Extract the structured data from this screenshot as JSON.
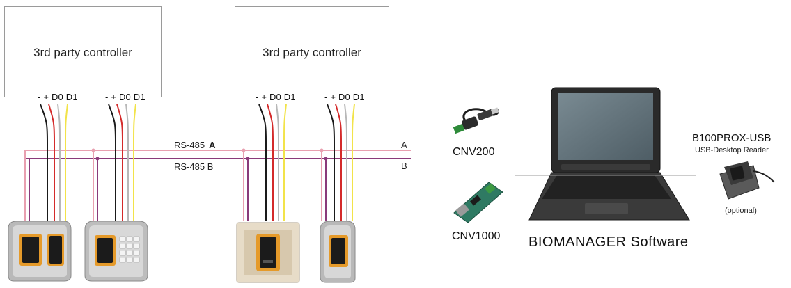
{
  "controllers": [
    {
      "title": "3rd party controller",
      "terminals": [
        "- + D0 D1",
        "- + D0 D1"
      ]
    },
    {
      "title": "3rd party controller",
      "terminals": [
        "- + D0 D1",
        "- + D0 D1"
      ]
    }
  ],
  "bus": {
    "line_a_label": "RS-485",
    "line_a_letter": "A",
    "line_b_label": "RS-485 B",
    "end_a": "A",
    "end_b": "B"
  },
  "devices": {
    "cnv200": "CNV200",
    "cnv1000": "CNV1000",
    "software": "BIOMANAGER Software",
    "usb_reader_title": "B100PROX-USB",
    "usb_reader_subtitle": "USB-Desktop Reader",
    "usb_reader_note": "(optional)"
  },
  "colors": {
    "wire_black": "#1a1a1a",
    "wire_red": "#d42a2a",
    "wire_grey": "#b8b8b8",
    "wire_yellow": "#f2e34a",
    "bus_a": "#e8a0b0",
    "bus_b": "#8a3a7a"
  }
}
